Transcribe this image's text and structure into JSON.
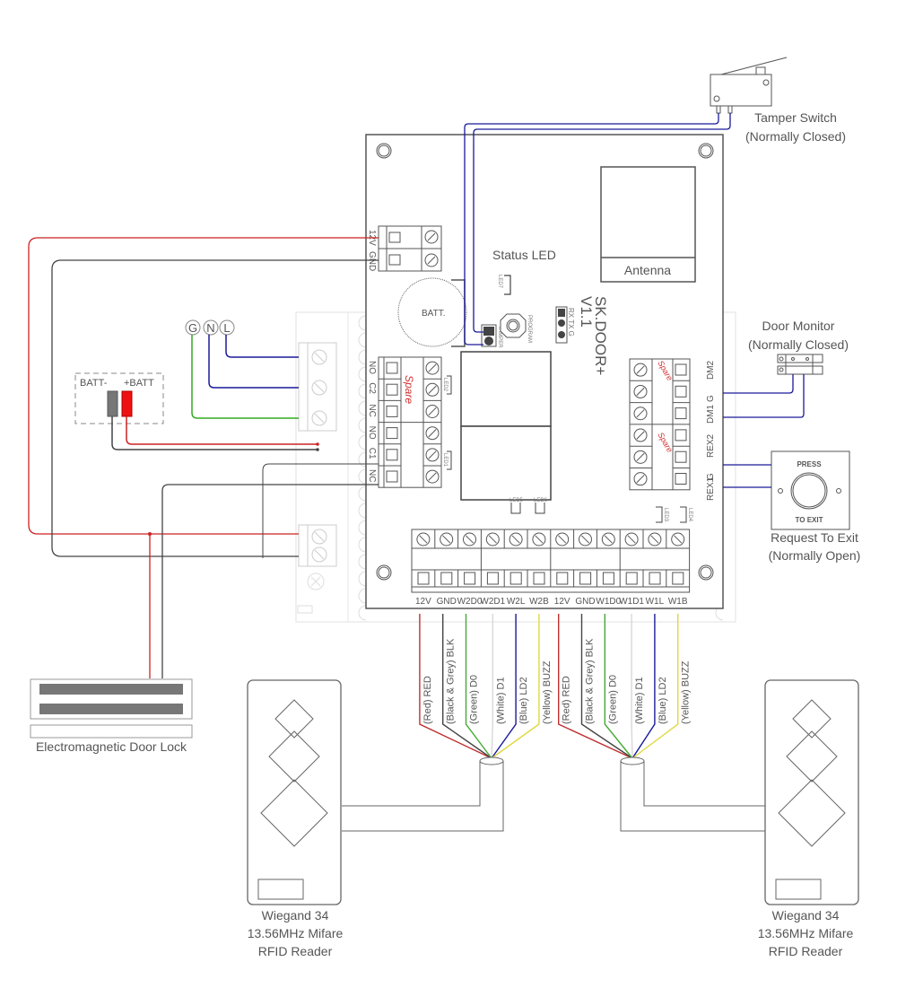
{
  "board": {
    "name": "SK.DOOR+",
    "version": "V1.1",
    "status_led_label": "Status LED",
    "antenna_label": "Antenna",
    "battery_label": "BATT.",
    "power_terminals": [
      "12V",
      "GND"
    ],
    "relay_terminals_left": [
      "NO",
      "C2",
      "NC",
      "NO",
      "C1",
      "NC"
    ],
    "spare_label": "Spare",
    "right_terminals": [
      "DM2",
      "G",
      "DM1",
      "REX2",
      "G",
      "REX1"
    ],
    "header_pins": "RX TX G",
    "small_labels": {
      "led7": "LED7",
      "tamper": "TAMPER",
      "program": "PROGRAM",
      "led1": "LED1",
      "led2": "LED2",
      "led3": "LED3",
      "led4": "LED4",
      "led5": "LED5",
      "led6": "LED6"
    },
    "bottom_terminals": [
      "12V",
      "GND",
      "W2D0",
      "W2D1",
      "W2L",
      "W2B",
      "12V",
      "GND",
      "W1D0",
      "W1D1",
      "W1L",
      "W1B"
    ]
  },
  "power": {
    "mains_labels": [
      "G",
      "N",
      "L"
    ],
    "battery_labels": {
      "neg": "BATT-",
      "pos": "+BATT"
    }
  },
  "devices": {
    "tamper": {
      "title": "Tamper Switch",
      "subtitle": "(Normally Closed)"
    },
    "door_monitor": {
      "title": "Door Monitor",
      "subtitle": "(Normally Closed)"
    },
    "rex": {
      "title": "Request To Exit",
      "subtitle": "(Normally Open)",
      "button_top": "PRESS",
      "button_bottom": "TO EXIT"
    },
    "door_lock": {
      "title": "Electromagnetic Door Lock"
    },
    "reader_left": {
      "line1": "Wiegand 34",
      "line2": "13.56MHz Mifare",
      "line3": "RFID Reader"
    },
    "reader_right": {
      "line1": "Wiegand 34",
      "line2": "13.56MHz Mifare",
      "line3": "RFID Reader"
    }
  },
  "reader_wires": [
    {
      "label": "(Red) RED",
      "color": "#c03030"
    },
    {
      "label": "(Black & Grey) BLK",
      "color": "#444444"
    },
    {
      "label": "(Green) D0",
      "color": "#44aa33"
    },
    {
      "label": "(White) D1",
      "color": "#d8d8d8"
    },
    {
      "label": "(Blue) LD2",
      "color": "#1a1a99"
    },
    {
      "label": "(Yellow) BUZZ",
      "color": "#e0d840"
    }
  ],
  "colors": {
    "red_wire": "#cc2222",
    "blue_wire": "#1a1a99",
    "green_wire": "#33aa22",
    "black_wire": "#444444",
    "spare_text": "#d03030"
  }
}
